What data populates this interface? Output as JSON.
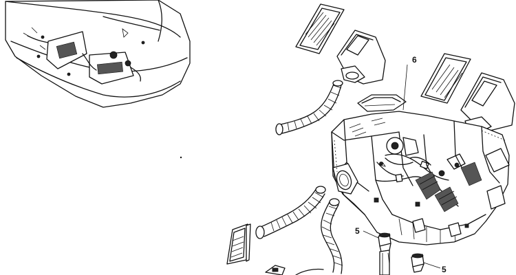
{
  "callouts": [
    {
      "label": "6"
    },
    {
      "label": "5"
    },
    {
      "label": "5"
    }
  ]
}
